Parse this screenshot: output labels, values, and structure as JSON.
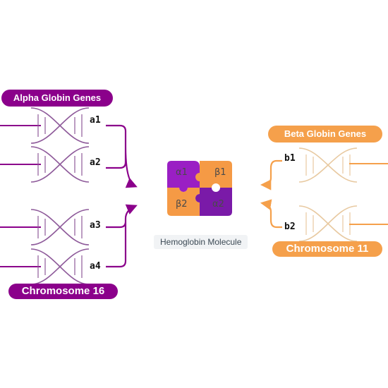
{
  "alpha": {
    "title": "Alpha Globin Genes",
    "chromosome": "Chromosome 16",
    "genes": [
      "a1",
      "a2",
      "a3",
      "a4"
    ],
    "color": "#8b008b",
    "helix_color": "#8e5a9a"
  },
  "beta": {
    "title": "Beta Globin Genes",
    "chromosome": "Chromosome 11",
    "genes": [
      "b1",
      "b2"
    ],
    "color": "#f5a04b",
    "helix_color": "#e8c9a0"
  },
  "molecule": {
    "caption": "Hemoglobin Molecule",
    "subunits": [
      "α1",
      "β1",
      "β2",
      "α2"
    ],
    "purple": "#9a1fc4",
    "orange": "#f59a45"
  }
}
